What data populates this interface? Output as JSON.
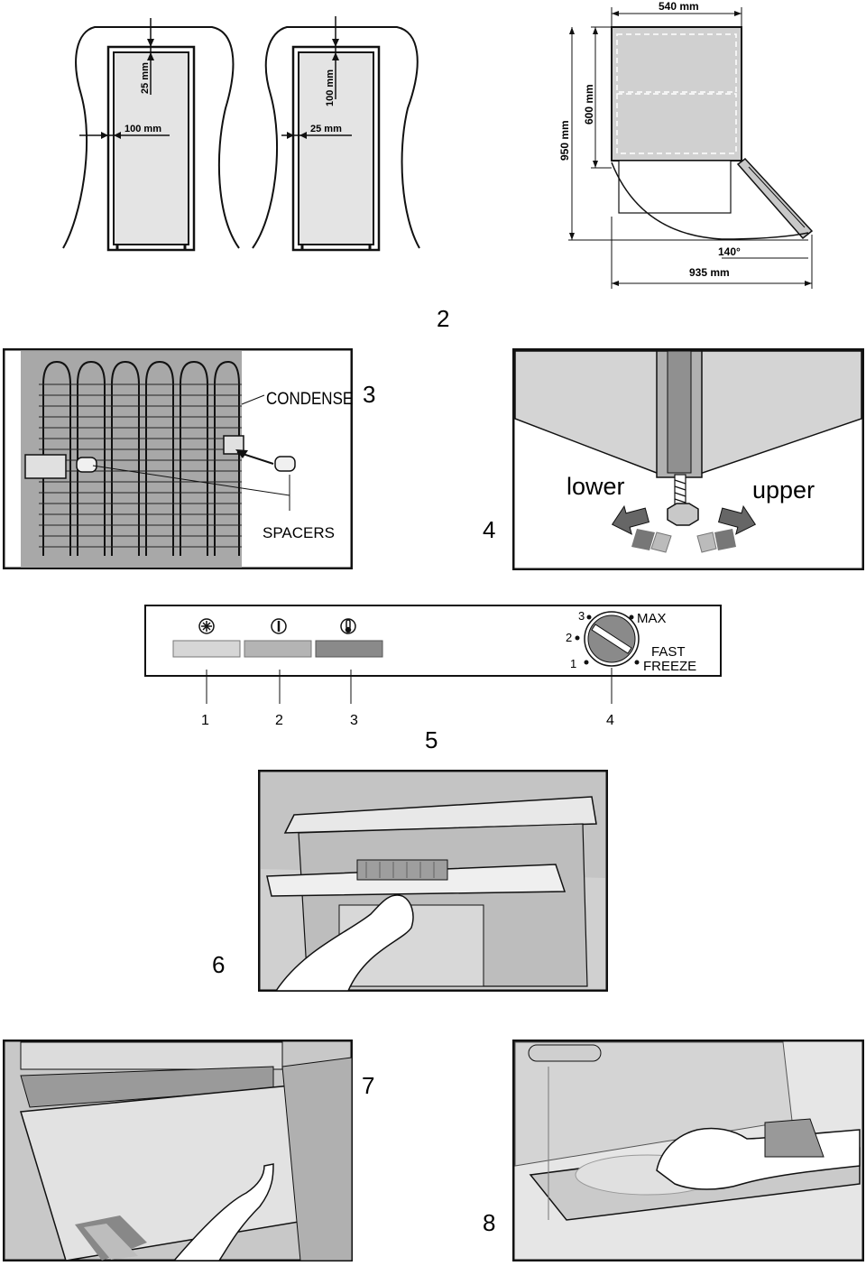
{
  "figure_numbers": {
    "fig2": "2",
    "fig3": "3",
    "fig4": "4",
    "fig5": "5",
    "fig6": "6",
    "fig7": "7",
    "fig8": "8"
  },
  "clearance": {
    "left_top": "25 mm",
    "left_side": "100 mm",
    "right_top": "100 mm",
    "right_side": "25 mm"
  },
  "dimensions": {
    "width": "540 mm",
    "height_body": "600 mm",
    "height_total": "950 mm",
    "angle": "140°",
    "depth_open": "935 mm"
  },
  "condenser": {
    "label_condenser": "CONDENSER",
    "label_spacers": "SPACERS"
  },
  "feet": {
    "lower": "lower",
    "upper": "upper"
  },
  "control_panel": {
    "dial_marks": {
      "m1": "1",
      "m2": "2",
      "m3": "3",
      "max": "MAX",
      "fast": "FAST",
      "freeze": "FREEZE"
    },
    "callouts": [
      "1",
      "2",
      "3",
      "4"
    ],
    "light_colors": [
      "#d6d6d6",
      "#b4b4b4",
      "#8a8a8a"
    ],
    "icons": [
      "snowflake-icon",
      "power-icon",
      "thermometer-icon"
    ]
  }
}
